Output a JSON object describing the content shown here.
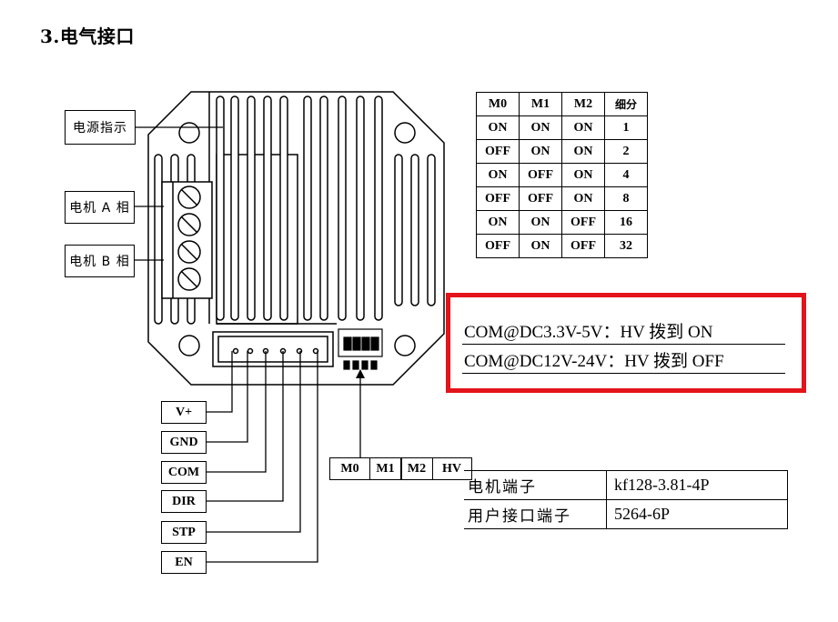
{
  "heading": "3.电气接口",
  "callouts": {
    "power_indicator": "电源指示",
    "motor_phase_a": "电机 A 相",
    "motor_phase_b": "电机 B 相"
  },
  "signal_pins": [
    "V+",
    "GND",
    "COM",
    "DIR",
    "STP",
    "EN"
  ],
  "switch_labels": [
    "M0",
    "M1",
    "M2",
    "HV"
  ],
  "microstep_table": {
    "headers": [
      "M0",
      "M1",
      "M2",
      "细分"
    ],
    "rows": [
      [
        "ON",
        "ON",
        "ON",
        "1"
      ],
      [
        "OFF",
        "ON",
        "ON",
        "2"
      ],
      [
        "ON",
        "OFF",
        "ON",
        "4"
      ],
      [
        "OFF",
        "OFF",
        "ON",
        "8"
      ],
      [
        "ON",
        "ON",
        "OFF",
        "16"
      ],
      [
        "OFF",
        "ON",
        "OFF",
        "32"
      ]
    ]
  },
  "hv_note": {
    "line1": "COM@DC3.3V-5V：HV 拨到 ON",
    "line2": "COM@DC12V-24V：HV 拨到 OFF"
  },
  "terminal_table": [
    {
      "name": "电机端子",
      "value": "kf128-3.81-4P"
    },
    {
      "name": "用户接口端子",
      "value": "5264-6P"
    }
  ],
  "colors": {
    "highlight": "#e3141b",
    "line": "#000000"
  }
}
